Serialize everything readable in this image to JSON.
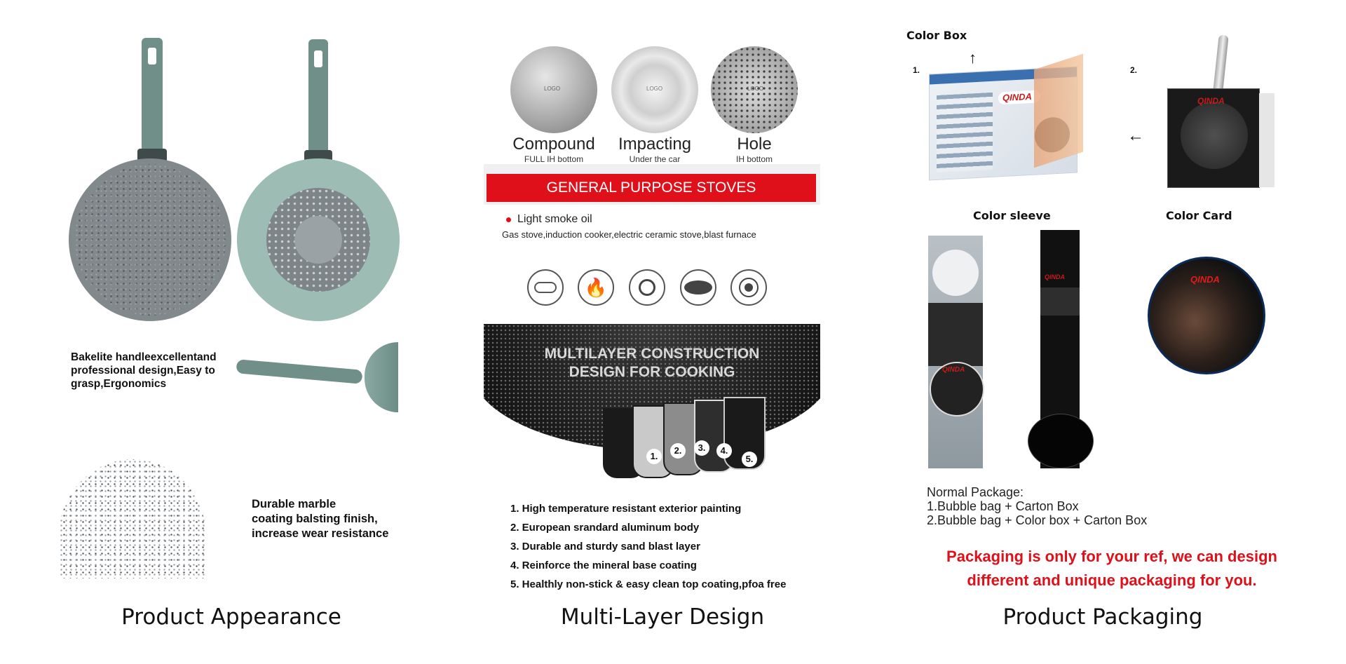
{
  "appearance": {
    "caption": "Product Appearance",
    "handle_text": [
      "Bakelite handleexcellentand",
      "professional design,Easy to",
      "grasp,Ergonomics"
    ],
    "coating_text": [
      "Durable marble",
      "coating balsting finish,",
      "increase wear resistance"
    ]
  },
  "multilayer": {
    "caption": "Multi-Layer Design",
    "bottoms": [
      {
        "title": "Compound",
        "sub": "FULL IH bottom"
      },
      {
        "title": "Impacting",
        "sub": "Under the car"
      },
      {
        "title": "Hole",
        "sub": "IH bottom"
      }
    ],
    "logo_text": "LOGO",
    "stoves_banner": "GENERAL PURPOSE STOVES",
    "oil_text": "Light smoke oil",
    "stoves_list": "Gas stove,induction cooker,electric ceramic stove,blast furnace",
    "construction_title": [
      "MULTILAYER CONSTRUCTION",
      "DESIGN FOR COOKING"
    ],
    "layer_numbers": [
      "1.",
      "2.",
      "3.",
      "4.",
      "5."
    ],
    "layers": [
      "1. High temperature resistant exterior painting",
      "2. European srandard aluminum body",
      "3. Durable and sturdy sand blast layer",
      "4. Reinforce the mineral base coating",
      "5. Healthly non-stick & easy clean top coating,pfoa free"
    ]
  },
  "packaging": {
    "caption": "Product Packaging",
    "color_box": "Color Box",
    "num1": "1.",
    "num2": "2.",
    "color_sleeve": "Color sleeve",
    "color_card": "Color Card",
    "brand": "QINDA",
    "normal_title": "Normal Package:",
    "normal_lines": [
      "1.Bubble bag + Carton Box",
      "2.Bubble bag + Color box + Carton Box"
    ],
    "note": [
      "Packaging is only for your ref, we can design",
      "different and unique packaging for you."
    ]
  },
  "colors": {
    "accent_red": "#e0101a",
    "handle_green": "#6f8f88",
    "marble_gray": "#6a6f74"
  }
}
